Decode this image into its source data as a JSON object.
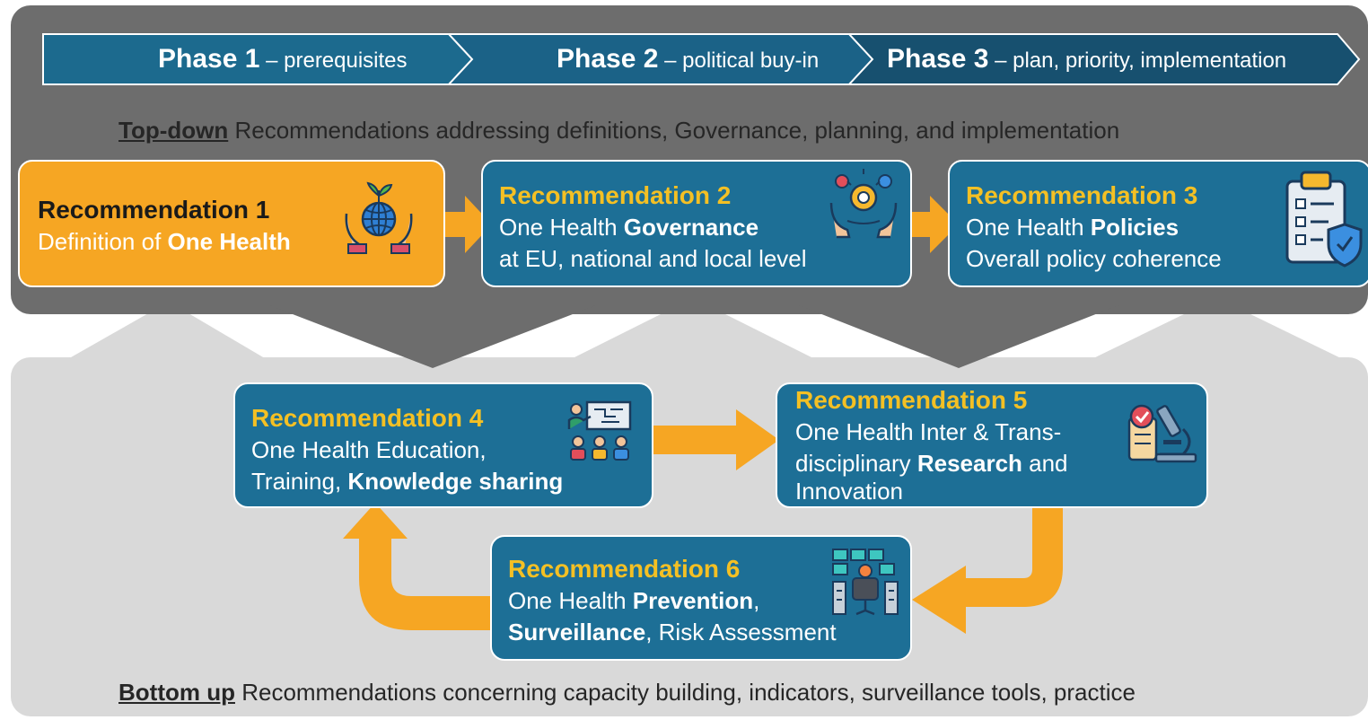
{
  "phases": [
    {
      "name": "Phase 1",
      "desc": "prerequisites"
    },
    {
      "name": "Phase 2",
      "desc": "political buy-in"
    },
    {
      "name": "Phase 3",
      "desc": "plan, priority, implementation"
    }
  ],
  "dash": "–",
  "top_band": {
    "lead": "Top-down",
    "text": "Recommendations addressing definitions, Governance, planning, and implementation"
  },
  "bottom_band": {
    "lead": "Bottom up",
    "text": "Recommendations concerning capacity building, indicators, surveillance tools, practice"
  },
  "recommendations": [
    {
      "title": "Recommendation 1",
      "l1a": "Definition of ",
      "l1b": "One Health",
      "icon": "globe-hands-icon"
    },
    {
      "title": "Recommendation 2",
      "l1a": "One Health ",
      "l1b": "Governance",
      "l2": "at EU, national and local level",
      "icon": "gears-hands-icon"
    },
    {
      "title": "Recommendation 3",
      "l1a": "One Health ",
      "l1b": "Policies",
      "l2": "Overall policy coherence",
      "icon": "clipboard-shield-icon"
    },
    {
      "title": "Recommendation 4",
      "l1": "One Health Education,",
      "l2a": "Training, ",
      "l2b": "Knowledge sharing",
      "icon": "classroom-icon"
    },
    {
      "title": "Recommendation 5",
      "l1": "One Health Inter & Trans-",
      "l2a": "disciplinary ",
      "l2b": "Research",
      "l2c": " and",
      "l3": "Innovation",
      "icon": "microscope-icon"
    },
    {
      "title": "Recommendation 6",
      "l1a": "One Health ",
      "l1b": "Prevention",
      "l1c": ",",
      "l2a": "Surveillance",
      "l2b": ", Risk Assessment",
      "icon": "monitoring-station-icon"
    }
  ],
  "colors": {
    "phase": "#1c6a8e",
    "card_blue": "#1d6f96",
    "card_orange": "#f6a623",
    "title_yellow": "#f4c024",
    "arrow_orange": "#f6a623",
    "top_panel": "#6d6d6d",
    "bottom_panel": "#d9d9d9"
  }
}
